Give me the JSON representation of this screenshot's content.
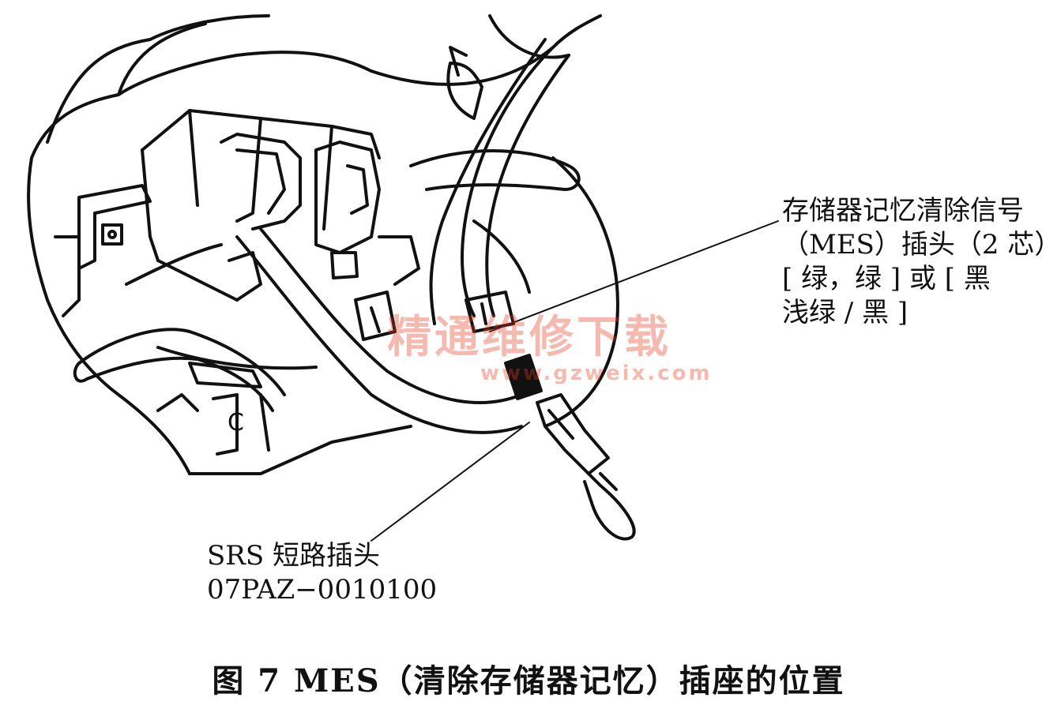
{
  "callouts": {
    "mes_connector": [
      "存储器记忆清除信号",
      "（MES）插头（2 芯）",
      "[ 绿，绿 ] 或 [ 黑",
      "浅绿 / 黑 ]"
    ],
    "srs_short_connector": [
      "SRS 短路插头",
      "07PAZ−0010100"
    ]
  },
  "part_marker": "C",
  "caption": "图 7  MES（清除存储器记忆）插座的位置",
  "watermark": {
    "text": "精通维修下载",
    "url": "www.gzweix.com",
    "color": "#e23b1e"
  },
  "line_color": "#111111"
}
